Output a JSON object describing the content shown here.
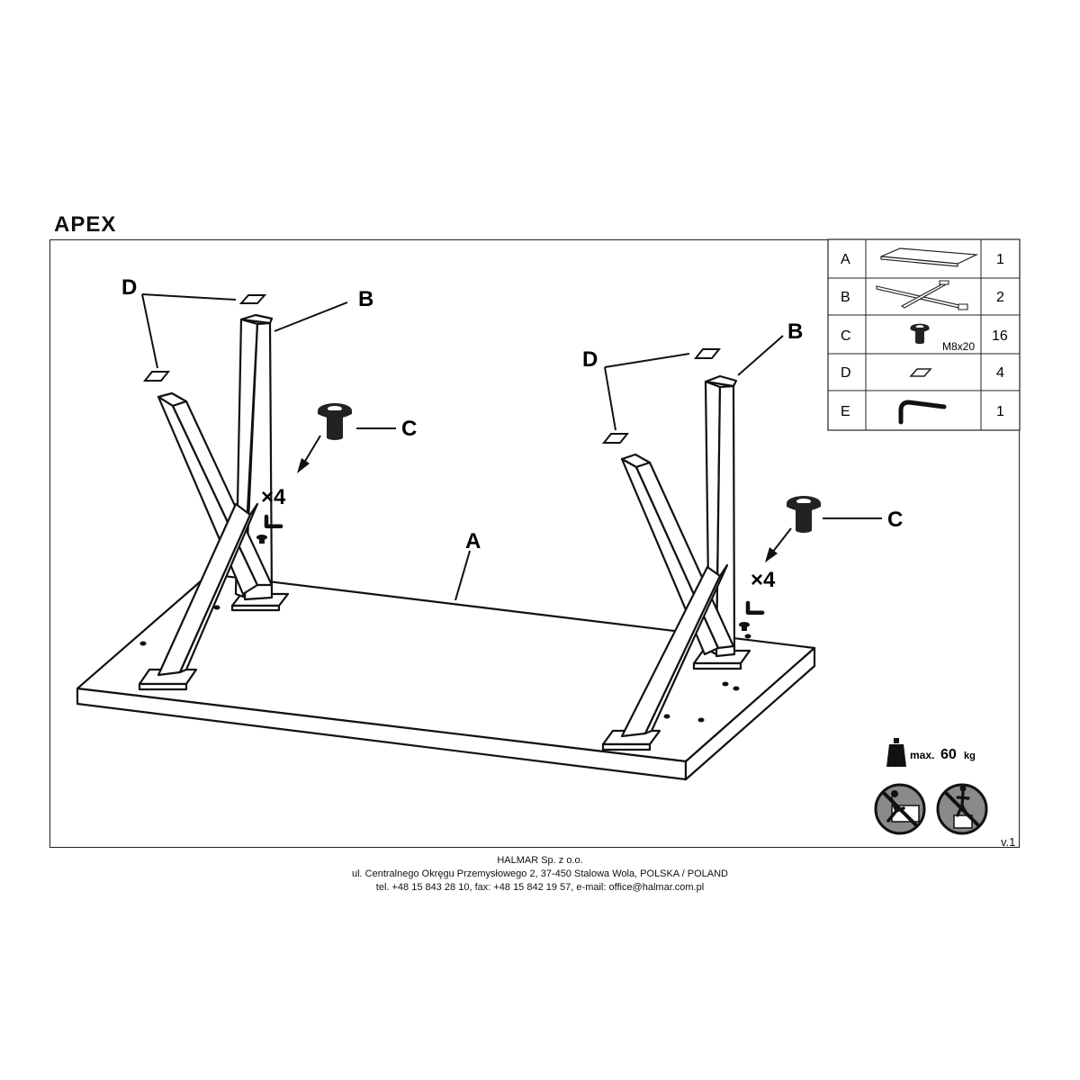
{
  "title": "APEX",
  "version": "v.1",
  "footer": {
    "company": "HALMAR Sp. z o.o.",
    "address": "ul. Centralnego Okręgu Przemysłowego 2, 37-450 Stalowa Wola, POLSKA / POLAND",
    "contact": "tel. +48 15 843 28 10, fax: +48 15 842 19 57, e-mail: office@halmar.com.pl"
  },
  "parts": [
    {
      "letter": "A",
      "qty": "1"
    },
    {
      "letter": "B",
      "qty": "2"
    },
    {
      "letter": "C",
      "qty": "16",
      "note": "M8x20"
    },
    {
      "letter": "D",
      "qty": "4"
    },
    {
      "letter": "E",
      "qty": "1"
    }
  ],
  "labels": {
    "a": "A",
    "b": "B",
    "c": "C",
    "d": "D",
    "multiplier": "×4"
  },
  "weight": {
    "prefix": "max.",
    "value": "60",
    "unit": "kg"
  }
}
